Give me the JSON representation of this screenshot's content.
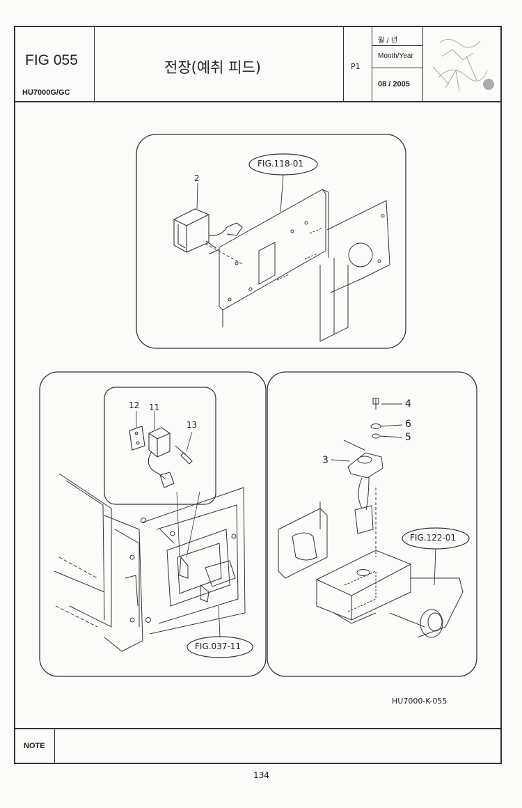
{
  "header": {
    "fig_number": "FIG 055",
    "model": "HU7000G/GC",
    "title": "전장(예취 피드)",
    "page": "P1",
    "date_label_kr": "월 / 년",
    "date_label_en": "Month/Year",
    "date_value": "08 / 2005"
  },
  "diagrams": {
    "top_ref": "FIG.118-01",
    "top_part": "2",
    "left_ref": "FIG.037-11",
    "left_parts": [
      "12",
      "11",
      "13"
    ],
    "right_ref": "FIG.122-01",
    "right_parts": [
      "4",
      "6",
      "5",
      "3"
    ]
  },
  "drawing_code": "HU7000-K-055",
  "note_label": "NOTE",
  "note_text": "",
  "page_number": "134"
}
